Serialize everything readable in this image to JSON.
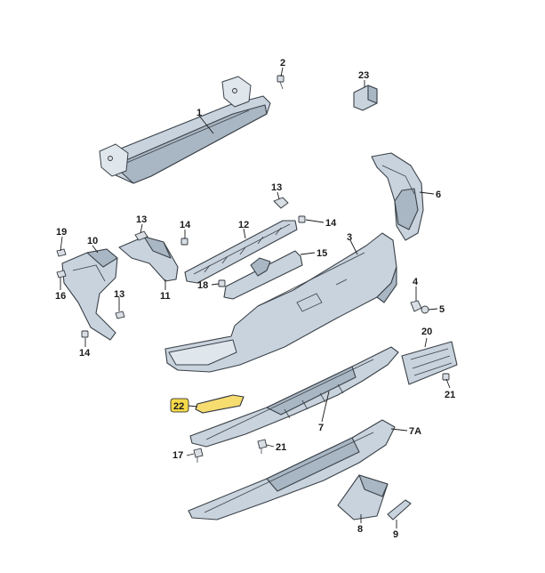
{
  "labels": {
    "p1": "1",
    "p2": "2",
    "p3": "3",
    "p4": "4",
    "p5": "5",
    "p6": "6",
    "p7": "7",
    "p7a": "7A",
    "p8": "8",
    "p9": "9",
    "p10": "10",
    "p11": "11",
    "p12": "12",
    "p13a": "13",
    "p13b": "13",
    "p13c": "13",
    "p14a": "14",
    "p14b": "14",
    "p14c": "14",
    "p15": "15",
    "p16": "16",
    "p17": "17",
    "p18": "18",
    "p19": "19",
    "p20": "20",
    "p21a": "21",
    "p21b": "21",
    "p22": "22",
    "p23": "23"
  },
  "colors": {
    "part_fill": "#c9d3dd",
    "part_stroke": "#3a4148",
    "highlight": "#f5d94a"
  }
}
